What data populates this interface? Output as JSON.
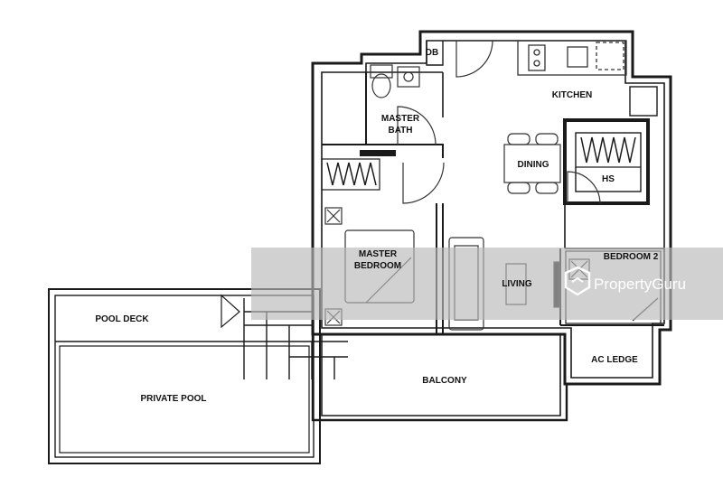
{
  "rooms": {
    "db": "DB",
    "kitchen": "KITCHEN",
    "master_bath_line1": "MASTER",
    "master_bath_line2": "BATH",
    "dining": "DINING",
    "hs": "HS",
    "master_bedroom_line1": "MASTER",
    "master_bedroom_line2": "BEDROOM",
    "living": "LIVING",
    "bedroom2": "BEDROOM 2",
    "ac_ledge": "AC LEDGE",
    "balcony": "BALCONY",
    "pool_deck": "POOL DECK",
    "private_pool": "PRIVATE POOL"
  },
  "watermark": {
    "brand": "PropertyGuru",
    "brand_icon": "propertyguru-logo-icon",
    "band_color": "#b9b9b9"
  },
  "colors": {
    "wall": "#1a1a1a",
    "line": "#333333",
    "background": "#ffffff"
  }
}
